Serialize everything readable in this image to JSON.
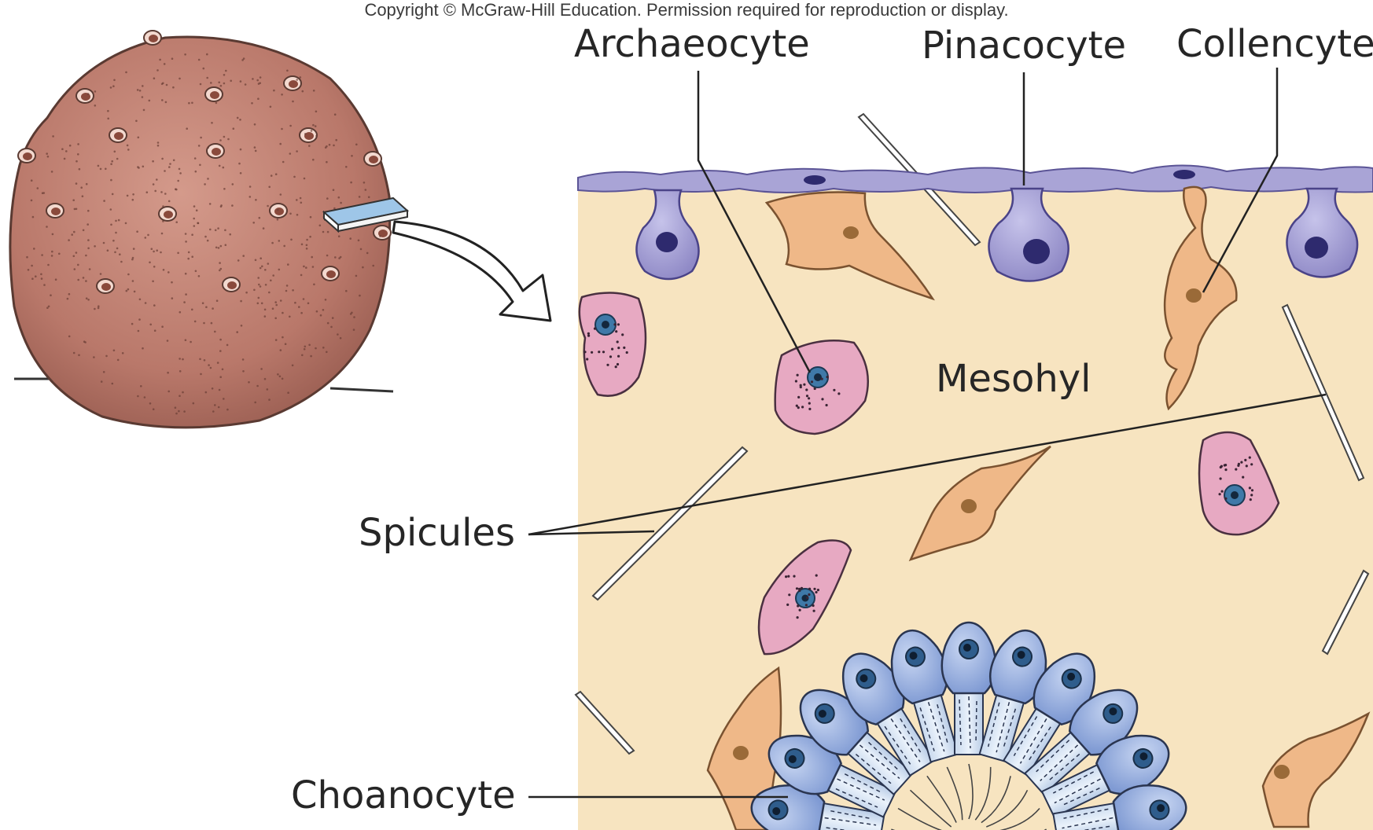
{
  "copyright": "Copyright © McGraw-Hill Education. Permission required for reproduction or display.",
  "labels": {
    "archaeocyte": "Archaeocyte",
    "pinacocyte": "Pinacocyte",
    "collencyte": "Collencyte",
    "mesohyl": "Mesohyl",
    "spicules": "Spicules",
    "choanocyte": "Choanocyte"
  },
  "colors": {
    "sponge_body": "#b9786a",
    "mesohyl_bg": "#f7e4c0",
    "pinacocyte": "#a9a4d6",
    "collencyte": "#efb888",
    "archaeocyte": "#e7a9c2",
    "choanocyte": "#a6bde6"
  }
}
